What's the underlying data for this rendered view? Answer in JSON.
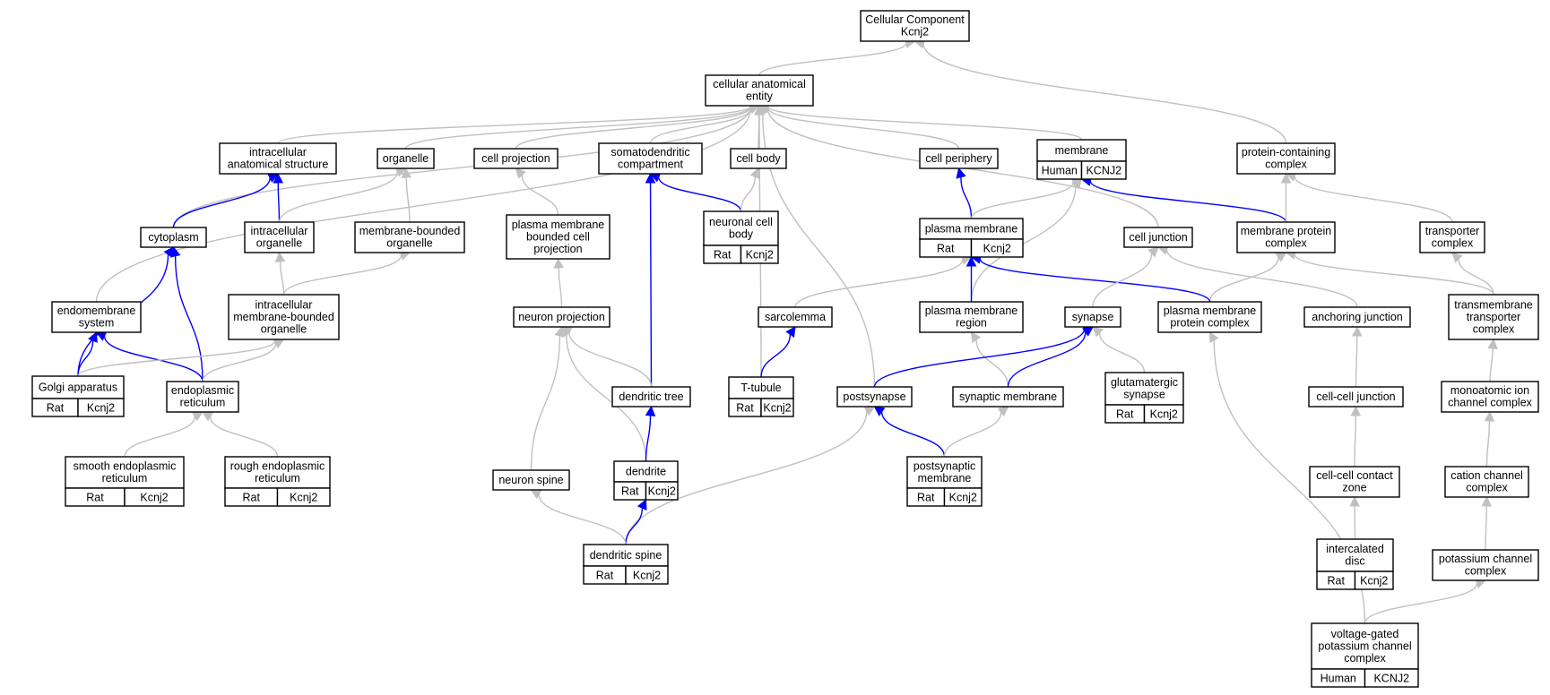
{
  "colors": {
    "is_a_edge": "#c0c0c0",
    "part_of_edge": "#0000ff",
    "rat_annotation": "#ffd700",
    "human_annotation": "#f26449",
    "node_fill": "#ffffff",
    "node_border": "#000000"
  },
  "nodes": {
    "root": {
      "lines": [
        "Cellular Component",
        "Kcnj2"
      ]
    },
    "cae": {
      "lines": [
        "cellular anatomical",
        "entity"
      ]
    },
    "ias": {
      "lines": [
        "intracellular",
        "anatomical structure"
      ]
    },
    "org": {
      "lines": [
        "organelle"
      ]
    },
    "cproj": {
      "lines": [
        "cell projection"
      ]
    },
    "somato": {
      "lines": [
        "somatodendritic",
        "compartment"
      ]
    },
    "cbody": {
      "lines": [
        "cell body"
      ]
    },
    "cperi": {
      "lines": [
        "cell periphery"
      ]
    },
    "memb": {
      "lines": [
        "membrane"
      ],
      "annotations": [
        "Human",
        "KCNJ2"
      ]
    },
    "pcc": {
      "lines": [
        "protein-containing",
        "complex"
      ]
    },
    "cyto": {
      "lines": [
        "cytoplasm"
      ]
    },
    "iorg": {
      "lines": [
        "intracellular",
        "organelle"
      ]
    },
    "mbo": {
      "lines": [
        "membrane-bounded",
        "organelle"
      ]
    },
    "pmbcp": {
      "lines": [
        "plasma membrane",
        "bounded cell",
        "projection"
      ]
    },
    "ncb": {
      "lines": [
        "neuronal cell",
        "body"
      ],
      "annotations": [
        "Rat",
        "Kcnj2"
      ]
    },
    "pm": {
      "lines": [
        "plasma membrane"
      ],
      "annotations": [
        "Rat",
        "Kcnj2"
      ]
    },
    "cj": {
      "lines": [
        "cell junction"
      ]
    },
    "mpc": {
      "lines": [
        "membrane protein",
        "complex"
      ]
    },
    "tc": {
      "lines": [
        "transporter",
        "complex"
      ]
    },
    "endo": {
      "lines": [
        "endomembrane",
        "system"
      ]
    },
    "imbo": {
      "lines": [
        "intracellular",
        "membrane-bounded",
        "organelle"
      ]
    },
    "nproj": {
      "lines": [
        "neuron projection"
      ]
    },
    "sarco": {
      "lines": [
        "sarcolemma"
      ]
    },
    "pmr": {
      "lines": [
        "plasma membrane",
        "region"
      ]
    },
    "syn": {
      "lines": [
        "synapse"
      ]
    },
    "pmpc": {
      "lines": [
        "plasma membrane",
        "protein complex"
      ]
    },
    "aj": {
      "lines": [
        "anchoring junction"
      ]
    },
    "ttc": {
      "lines": [
        "transmembrane",
        "transporter",
        "complex"
      ]
    },
    "golgi": {
      "lines": [
        "Golgi apparatus"
      ],
      "annotations": [
        "Rat",
        "Kcnj2"
      ]
    },
    "er": {
      "lines": [
        "endoplasmic",
        "reticulum"
      ]
    },
    "dtree": {
      "lines": [
        "dendritic tree"
      ]
    },
    "ttub": {
      "lines": [
        "T-tubule"
      ],
      "annotations": [
        "Rat",
        "Kcnj2"
      ]
    },
    "psyn": {
      "lines": [
        "postsynapse"
      ]
    },
    "synm": {
      "lines": [
        "synaptic membrane"
      ]
    },
    "glut": {
      "lines": [
        "glutamatergic",
        "synapse"
      ],
      "annotations": [
        "Rat",
        "Kcnj2"
      ]
    },
    "ccj": {
      "lines": [
        "cell-cell junction"
      ]
    },
    "mic": {
      "lines": [
        "monoatomic ion",
        "channel complex"
      ]
    },
    "ser": {
      "lines": [
        "smooth endoplasmic",
        "reticulum"
      ],
      "annotations": [
        "Rat",
        "Kcnj2"
      ]
    },
    "rer": {
      "lines": [
        "rough endoplasmic",
        "reticulum"
      ],
      "annotations": [
        "Rat",
        "Kcnj2"
      ]
    },
    "nspine": {
      "lines": [
        "neuron spine"
      ]
    },
    "dend": {
      "lines": [
        "dendrite"
      ],
      "annotations": [
        "Rat",
        "Kcnj2"
      ]
    },
    "psm": {
      "lines": [
        "postsynaptic",
        "membrane"
      ],
      "annotations": [
        "Rat",
        "Kcnj2"
      ]
    },
    "cccz": {
      "lines": [
        "cell-cell contact",
        "zone"
      ]
    },
    "ccc": {
      "lines": [
        "cation channel",
        "complex"
      ]
    },
    "dspine": {
      "lines": [
        "dendritic spine"
      ],
      "annotations": [
        "Rat",
        "Kcnj2"
      ]
    },
    "idisc": {
      "lines": [
        "intercalated",
        "disc"
      ],
      "annotations": [
        "Rat",
        "Kcnj2"
      ]
    },
    "kcc": {
      "lines": [
        "potassium channel",
        "complex"
      ]
    },
    "vgkcc": {
      "lines": [
        "voltage-gated",
        "potassium channel",
        "complex"
      ],
      "annotations": [
        "Human",
        "KCNJ2"
      ]
    }
  },
  "edges": [
    {
      "from": "cae",
      "to": "root",
      "relation": "is_a"
    },
    {
      "from": "pcc",
      "to": "root",
      "relation": "is_a"
    },
    {
      "from": "ias",
      "to": "cae",
      "relation": "is_a"
    },
    {
      "from": "org",
      "to": "cae",
      "relation": "is_a"
    },
    {
      "from": "cproj",
      "to": "cae",
      "relation": "is_a"
    },
    {
      "from": "somato",
      "to": "cae",
      "relation": "is_a"
    },
    {
      "from": "cbody",
      "to": "cae",
      "relation": "is_a"
    },
    {
      "from": "cperi",
      "to": "cae",
      "relation": "is_a"
    },
    {
      "from": "memb",
      "to": "cae",
      "relation": "is_a"
    },
    {
      "from": "cj",
      "to": "cae",
      "relation": "is_a"
    },
    {
      "from": "cyto",
      "to": "cae",
      "relation": "is_a"
    },
    {
      "from": "endo",
      "to": "cae",
      "relation": "is_a"
    },
    {
      "from": "ttub",
      "to": "cae",
      "relation": "is_a"
    },
    {
      "from": "psyn",
      "to": "cae",
      "relation": "is_a"
    },
    {
      "from": "cyto",
      "to": "ias",
      "relation": "part_of"
    },
    {
      "from": "iorg",
      "to": "ias",
      "relation": "part_of"
    },
    {
      "from": "iorg",
      "to": "org",
      "relation": "is_a"
    },
    {
      "from": "mbo",
      "to": "org",
      "relation": "is_a"
    },
    {
      "from": "imbo",
      "to": "iorg",
      "relation": "is_a"
    },
    {
      "from": "imbo",
      "to": "mbo",
      "relation": "is_a"
    },
    {
      "from": "pmbcp",
      "to": "cproj",
      "relation": "is_a"
    },
    {
      "from": "nproj",
      "to": "pmbcp",
      "relation": "is_a"
    },
    {
      "from": "ncb",
      "to": "somato",
      "relation": "part_of"
    },
    {
      "from": "dtree",
      "to": "somato",
      "relation": "part_of"
    },
    {
      "from": "ncb",
      "to": "cbody",
      "relation": "is_a"
    },
    {
      "from": "pm",
      "to": "cperi",
      "relation": "part_of"
    },
    {
      "from": "pm",
      "to": "memb",
      "relation": "is_a"
    },
    {
      "from": "pmr",
      "to": "memb",
      "relation": "is_a"
    },
    {
      "from": "mpc",
      "to": "memb",
      "relation": "part_of"
    },
    {
      "from": "mpc",
      "to": "pcc",
      "relation": "is_a"
    },
    {
      "from": "tc",
      "to": "pcc",
      "relation": "is_a"
    },
    {
      "from": "pmpc",
      "to": "mpc",
      "relation": "is_a"
    },
    {
      "from": "ttc",
      "to": "mpc",
      "relation": "is_a"
    },
    {
      "from": "ttc",
      "to": "tc",
      "relation": "is_a"
    },
    {
      "from": "golgi",
      "to": "cyto",
      "relation": "part_of"
    },
    {
      "from": "er",
      "to": "cyto",
      "relation": "part_of"
    },
    {
      "from": "golgi",
      "to": "endo",
      "relation": "part_of"
    },
    {
      "from": "er",
      "to": "endo",
      "relation": "part_of"
    },
    {
      "from": "golgi",
      "to": "imbo",
      "relation": "is_a"
    },
    {
      "from": "er",
      "to": "imbo",
      "relation": "is_a"
    },
    {
      "from": "dtree",
      "to": "nproj",
      "relation": "is_a"
    },
    {
      "from": "dend",
      "to": "nproj",
      "relation": "is_a"
    },
    {
      "from": "nspine",
      "to": "nproj",
      "relation": "is_a"
    },
    {
      "from": "sarco",
      "to": "pm",
      "relation": "is_a"
    },
    {
      "from": "pmr",
      "to": "pm",
      "relation": "part_of"
    },
    {
      "from": "pmpc",
      "to": "pm",
      "relation": "part_of"
    },
    {
      "from": "synm",
      "to": "pmr",
      "relation": "is_a"
    },
    {
      "from": "syn",
      "to": "cj",
      "relation": "is_a"
    },
    {
      "from": "aj",
      "to": "cj",
      "relation": "is_a"
    },
    {
      "from": "ttub",
      "to": "sarco",
      "relation": "part_of"
    },
    {
      "from": "psyn",
      "to": "syn",
      "relation": "part_of"
    },
    {
      "from": "synm",
      "to": "syn",
      "relation": "part_of"
    },
    {
      "from": "glut",
      "to": "syn",
      "relation": "is_a"
    },
    {
      "from": "ccj",
      "to": "aj",
      "relation": "is_a"
    },
    {
      "from": "mic",
      "to": "ttc",
      "relation": "is_a"
    },
    {
      "from": "ser",
      "to": "er",
      "relation": "is_a"
    },
    {
      "from": "rer",
      "to": "er",
      "relation": "is_a"
    },
    {
      "from": "dend",
      "to": "dtree",
      "relation": "part_of"
    },
    {
      "from": "psm",
      "to": "psyn",
      "relation": "part_of"
    },
    {
      "from": "dspine",
      "to": "psyn",
      "relation": "is_a"
    },
    {
      "from": "psm",
      "to": "synm",
      "relation": "is_a"
    },
    {
      "from": "cccz",
      "to": "ccj",
      "relation": "is_a"
    },
    {
      "from": "ccc",
      "to": "mic",
      "relation": "is_a"
    },
    {
      "from": "dspine",
      "to": "dend",
      "relation": "part_of"
    },
    {
      "from": "dspine",
      "to": "nspine",
      "relation": "is_a"
    },
    {
      "from": "idisc",
      "to": "cccz",
      "relation": "is_a"
    },
    {
      "from": "kcc",
      "to": "ccc",
      "relation": "is_a"
    },
    {
      "from": "vgkcc",
      "to": "kcc",
      "relation": "is_a"
    },
    {
      "from": "vgkcc",
      "to": "pmpc",
      "relation": "is_a"
    }
  ]
}
